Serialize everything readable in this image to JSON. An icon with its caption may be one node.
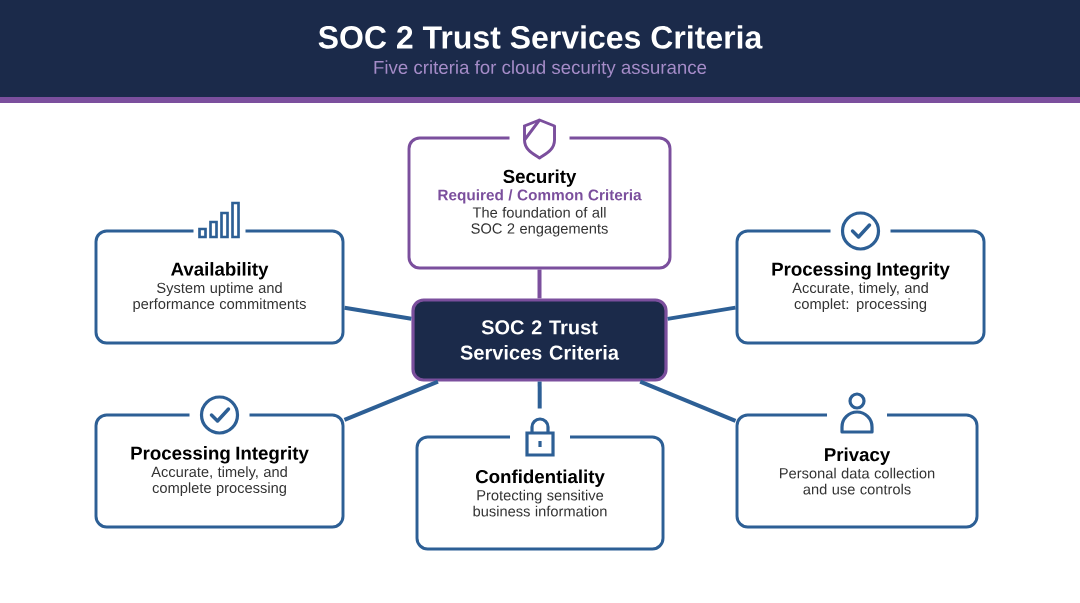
{
  "diagram": {
    "title": "SOC 2 Trust Services Criteria",
    "nodes": [
      {
        "text": [
          "SOC 2 Trust Services Criteria"
        ]
      },
      {
        "text": [
          "Security",
          "Required / Common Criteria",
          "The foundation of all SOC 2 engagements"
        ]
      },
      {
        "text": [
          "Availability",
          "System uptime and performance commitments"
        ]
      },
      {
        "text": [
          "Processing Integrity",
          "Accurate, timely, and complet: processing"
        ]
      },
      {
        "text": [
          "Processing Integrity",
          "Accurate, timely, and complete processing"
        ]
      },
      {
        "text": [
          "Confidentiality",
          "Protecting sensitive business information"
        ]
      },
      {
        "text": [
          "Privacy",
          "Personal data collection and use controls"
        ]
      }
    ],
    "edges": [
      {
        "from": 0,
        "to": 1,
        "arrow": "none",
        "color": "#7b4f9d"
      },
      {
        "from": 0,
        "to": 2,
        "arrow": "none"
      },
      {
        "from": 0,
        "to": 3,
        "arrow": "none"
      },
      {
        "from": 0,
        "to": 4,
        "arrow": "none"
      },
      {
        "from": 0,
        "to": 5,
        "arrow": "none"
      },
      {
        "from": 0,
        "to": 6,
        "arrow": "none"
      }
    ],
    "labels": [
      "Five criteria for cloud security assurance"
    ]
  }
}
